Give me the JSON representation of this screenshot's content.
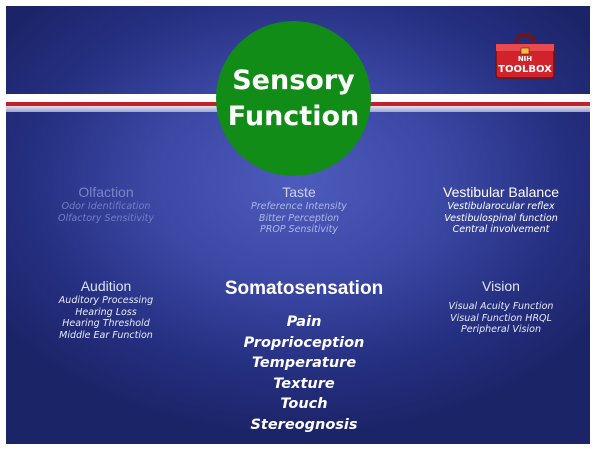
{
  "title": {
    "line1": "Sensory",
    "line2": "Function"
  },
  "logo": {
    "text_line1": "NIH",
    "text_line2": "TOOLBOX",
    "icon": "red-toolbox-icon"
  },
  "colors": {
    "background": "#2b3590",
    "circle": "#118c17",
    "accent_red": "#c4202a"
  },
  "groups": {
    "olfaction": {
      "heading": "Olfaction",
      "items": [
        "Odor Identification",
        "Olfactory Sensitivity"
      ]
    },
    "taste": {
      "heading": "Taste",
      "items": [
        "Preference Intensity",
        "Bitter Perception",
        "PROP Sensitivity"
      ]
    },
    "vestibular": {
      "heading": "Vestibular Balance",
      "items": [
        "Vestibularocular reflex",
        "Vestibulospinal function",
        "Central involvement"
      ]
    },
    "audition": {
      "heading": "Audition",
      "items": [
        "Auditory Processing",
        "Hearing Loss",
        "Hearing Threshold",
        "Middle Ear Function"
      ]
    },
    "somatosensation": {
      "heading": "Somatosensation",
      "items": [
        "Pain",
        "Proprioception",
        "Temperature",
        "Texture",
        "Touch",
        "Stereognosis"
      ]
    },
    "vision": {
      "heading": "Vision",
      "items": [
        "Visual Acuity  Function",
        "Visual  Function HRQL",
        "Peripheral Vision"
      ]
    }
  }
}
